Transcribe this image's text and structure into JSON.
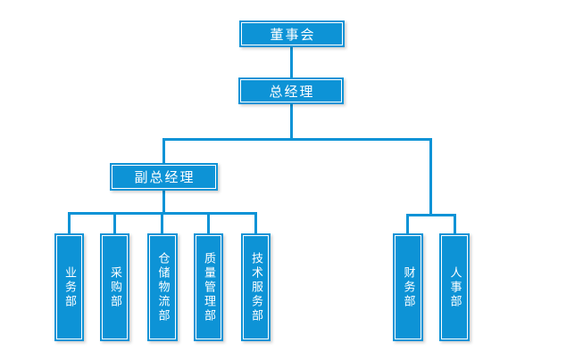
{
  "chart": {
    "type": "org-chart",
    "colors": {
      "background": "#ffffff",
      "node_fill": "#0d93d6",
      "node_inner_border": "#ffffff",
      "node_text": "#ffffff",
      "connector": "#0d93d6"
    },
    "nodes": {
      "board": "董事会",
      "general_manager": "总经理",
      "deputy_general_manager": "副总经理"
    },
    "deputy_departments": [
      "业务部",
      "采购部",
      "仓储物流部",
      "质量管理部",
      "技术服务部"
    ],
    "direct_departments": [
      "财务部",
      "人事部"
    ]
  }
}
